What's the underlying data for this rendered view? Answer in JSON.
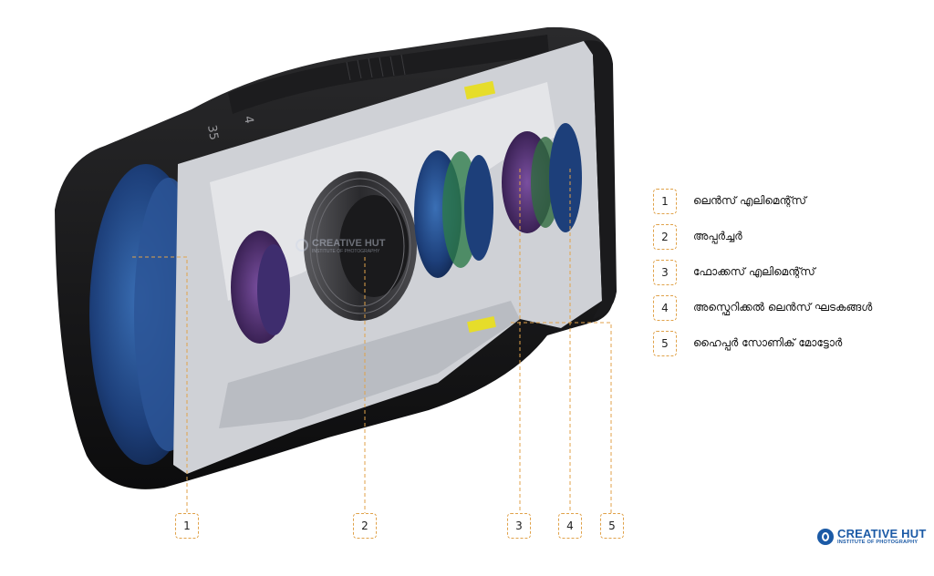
{
  "legend": [
    {
      "num": "1",
      "label": "ലെൻസ് എലിമെന്റ്സ്"
    },
    {
      "num": "2",
      "label": "അപ്പർച്ചർ"
    },
    {
      "num": "3",
      "label": "ഫോക്കസ് എലിമെന്റ്സ്"
    },
    {
      "num": "4",
      "label": "അസ്ഫെറിക്കൽ ലെൻസ് ഘടകങ്ങൾ"
    },
    {
      "num": "5",
      "label": "ഹൈപ്പർ സോണിക് മോട്ടോർ"
    }
  ],
  "callouts": [
    "1",
    "2",
    "3",
    "4",
    "5"
  ],
  "barrel_marks": [
    "35",
    "4"
  ],
  "logo": {
    "title": "CREATIVE HUT",
    "subtitle": "INSTITUTE OF PHOTOGRAPHY"
  },
  "watermark": {
    "title": "CREATIVE HUT",
    "subtitle": "INSTITUTE OF PHOTOGRAPHY"
  },
  "colors": {
    "callout_line": "#e0a24a",
    "brand": "#1b5aa6",
    "lens_blue": "#1d3f7a",
    "lens_purple": "#5a2e7a",
    "motor_yellow": "#e6dd2a"
  }
}
